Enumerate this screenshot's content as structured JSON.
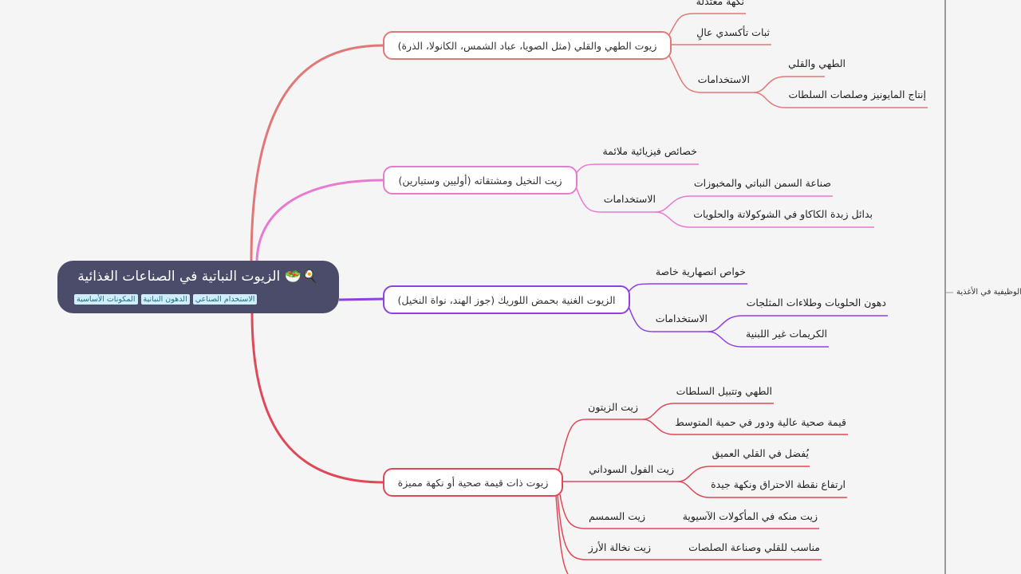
{
  "root": {
    "title": "🍳🥗 الزيوت النباتية في الصناعات الغذائية",
    "tags": [
      "الاستخدام الصناعي",
      "الدهون النباتية",
      "المكونات الأساسية"
    ]
  },
  "colors": {
    "branch1": "#e07878",
    "branch2": "#e87ad0",
    "branch3": "#9040e0",
    "branch4": "#e04858",
    "root_bg": "#4a4c6a"
  },
  "branches": [
    {
      "label": "زيوت الطهي والقلي (مثل الصويا، عباد الشمس، الكانولا، الذرة)",
      "children": [
        {
          "label": "نكهة معتدلة"
        },
        {
          "label": "ثبات تأكسدي عالٍ"
        },
        {
          "label": "الاستخدامات",
          "children": [
            "الطهي والقلي",
            "إنتاج المايونيز وصلصات السلطات"
          ]
        }
      ]
    },
    {
      "label": "زيت النخيل ومشتقاته (أوليين وستيارين)",
      "children": [
        {
          "label": "خصائص فيزيائية ملائمة"
        },
        {
          "label": "الاستخدامات",
          "children": [
            "صناعة السمن النباتي والمخبوزات",
            "بدائل زبدة الكاكاو في الشوكولاتة والحلويات"
          ]
        }
      ]
    },
    {
      "label": "الزيوت الغنية بحمض اللوريك (جوز الهند، نواة النخيل)",
      "children": [
        {
          "label": "خواص انصهارية خاصة"
        },
        {
          "label": "الاستخدامات",
          "children": [
            "دهون الحلويات وطلاءات المثلجات",
            "الكريمات غير اللبنية"
          ]
        }
      ]
    },
    {
      "label": "زيوت ذات قيمة صحية أو نكهة مميزة",
      "children": [
        {
          "label": "زيت الزيتون",
          "children": [
            "الطهي وتتبيل السلطات",
            "قيمة صحية عالية ودور في حمية المتوسط"
          ]
        },
        {
          "label": "زيت الفول السوداني",
          "children": [
            "يُفضل في القلي العميق",
            "ارتفاع نقطة الاحتراق ونكهة جيدة"
          ]
        },
        {
          "label": "زيت السمسم",
          "children": [
            "زيت منكه في المأكولات الآسيوية"
          ]
        },
        {
          "label": "زيت نخالة الأرز",
          "children": [
            "مناسب للقلي وصناعة الصلصات"
          ]
        }
      ]
    }
  ],
  "side_node": {
    "label": "الوظيفية في الأغذية"
  }
}
